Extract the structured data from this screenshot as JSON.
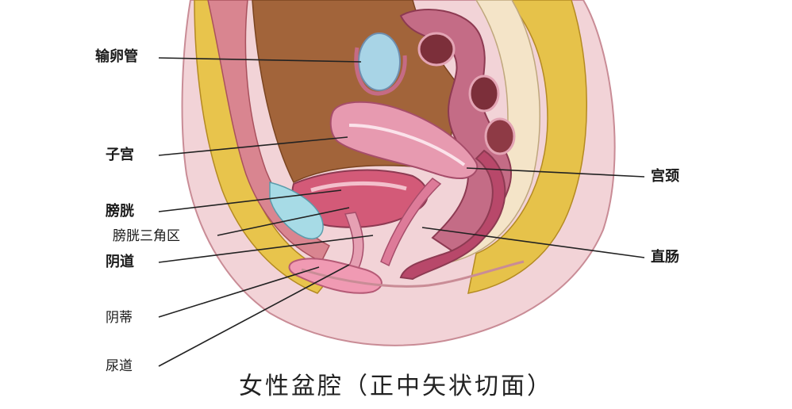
{
  "labels": {
    "fallopian_tube": "输卵管",
    "uterus": "子宫",
    "bladder": "膀胱",
    "trigone": "膀胱三角区",
    "vagina": "阴道",
    "clitoris": "阴蒂",
    "urethra": "尿道",
    "cervix": "宫颈",
    "rectum": "直肠"
  },
  "caption": "女性盆腔（正中矢状切面）"
}
